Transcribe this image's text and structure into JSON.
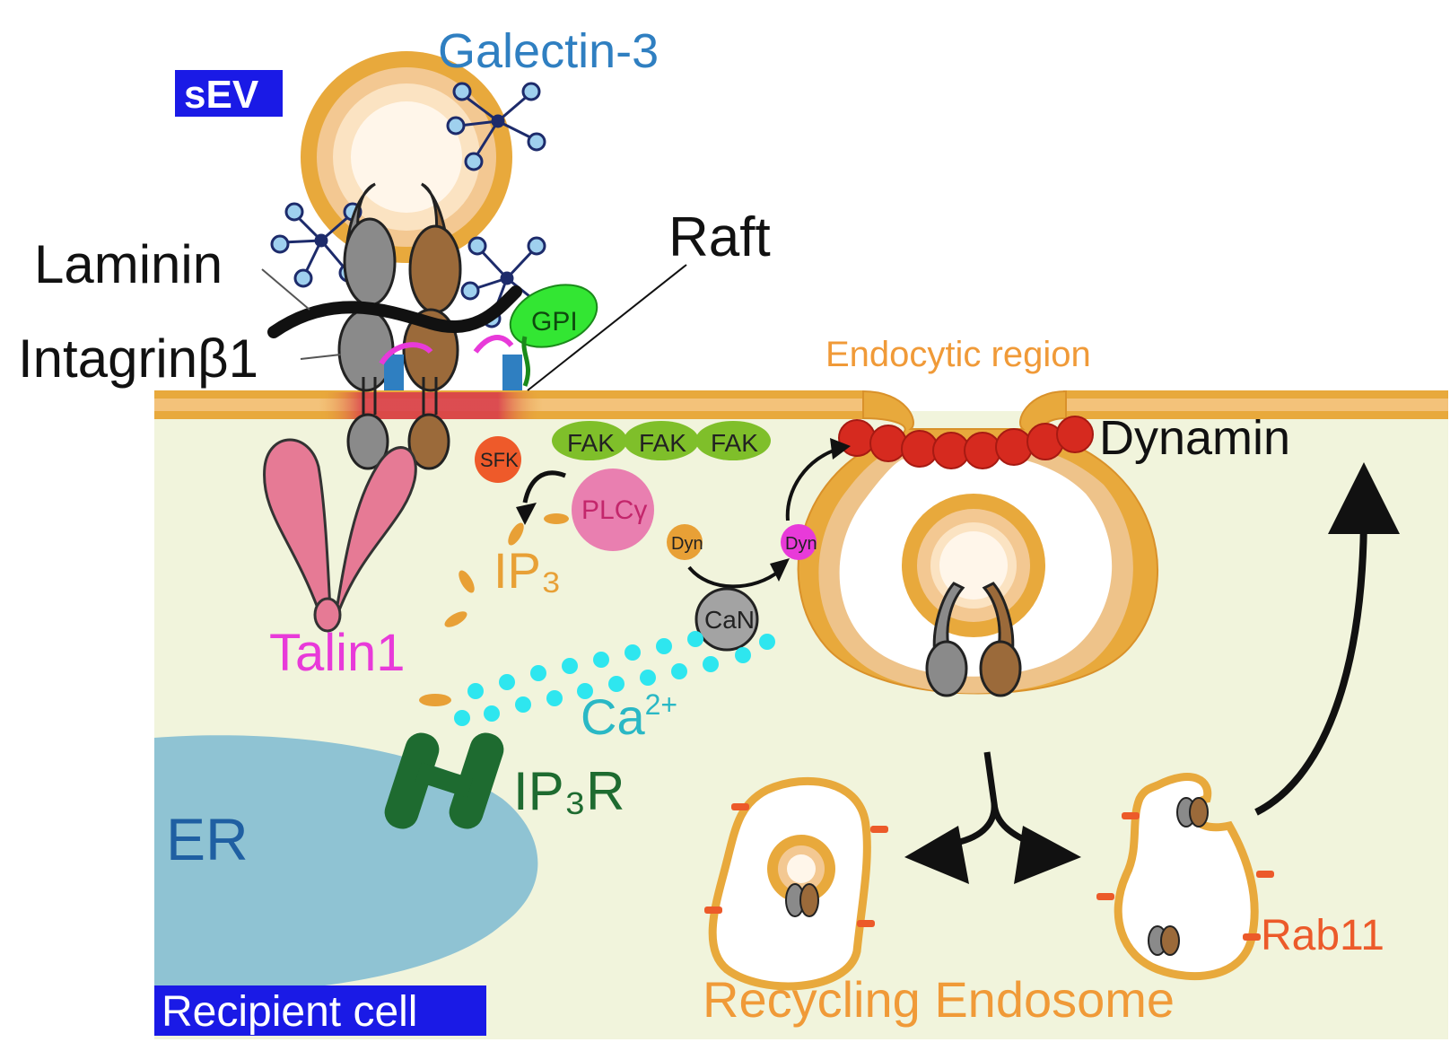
{
  "labels": {
    "sev": "sEV",
    "galectin": "Galectin-3",
    "laminin": "Laminin",
    "integrin": "Intagrinβ1",
    "raft": "Raft",
    "gpi": "GPI",
    "endocytic_region": "Endocytic region",
    "dynamin": "Dynamin",
    "fak": "FAK",
    "sfk": "SFK",
    "plc": "PLCγ",
    "dyn": "Dyn",
    "can": "CaN",
    "ip3": "IP₃",
    "talin": "Talin1",
    "ca": "Ca",
    "ca_sup": "2+",
    "ip3r": "IP₃R",
    "er": "ER",
    "rab11": "Rab11",
    "recycling_endosome": "Recycling Endosome",
    "recipient_cell": "Recipient cell"
  },
  "colors": {
    "membrane": "#e8a93c",
    "cytoplasm": "#f1f4dc",
    "er": "#8fc3d3",
    "raft": "#d8384a",
    "galectin": "#2f7fc1",
    "talin": "#e83ad9",
    "ip3": "#e8a036",
    "calcium": "#2ee6ef",
    "ip3r": "#1e6b30",
    "rab11": "#ec5a2a",
    "endosome_label": "#f09a38",
    "label_box": "#1a1ae6"
  }
}
